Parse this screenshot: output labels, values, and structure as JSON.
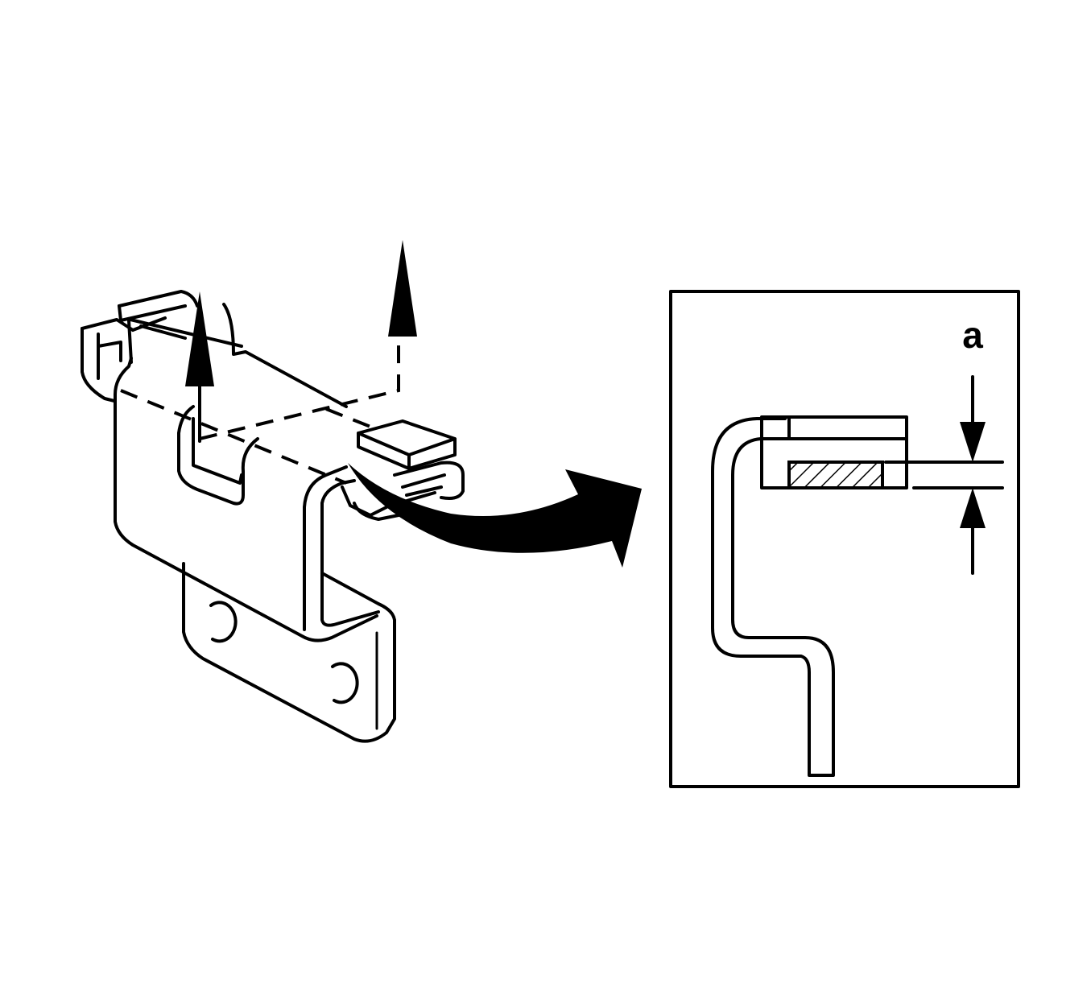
{
  "detail": {
    "dimension_label": "a"
  },
  "colors": {
    "line": "#000000",
    "background": "#ffffff"
  },
  "icons": [
    "lift-arrow-up",
    "curved-callout-arrow",
    "dimension-arrow"
  ]
}
